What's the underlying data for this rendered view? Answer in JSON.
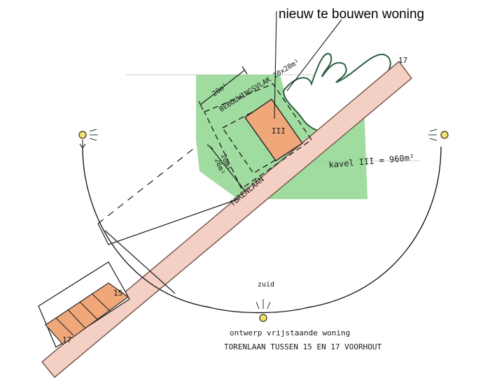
{
  "annotation": {
    "title": "nieuw te bouwen woning",
    "building_area": "BEBOUWINGSVLAK 20x20m¹",
    "dim_top": "20m¹",
    "dim_side_inner": "20m¹",
    "dim_side_outer": "26m¹",
    "plot_label": "III",
    "kavel": "kavel III = 960m²",
    "street": "TORENLAAN",
    "south": "zuid",
    "plot_15": "15",
    "plot_17": "17",
    "plot_17_bottom": "17",
    "caption_line1": "ontwerp vrijstaande woning",
    "caption_line2": "TORENLAAN TUSSEN 15 EN 17 VOORHOUT"
  },
  "colors": {
    "green": "#8fd68f",
    "green_dark": "#5aa86a",
    "road": "#f4cfc4",
    "building": "#f0a77a",
    "ink": "#1a1a1a"
  }
}
